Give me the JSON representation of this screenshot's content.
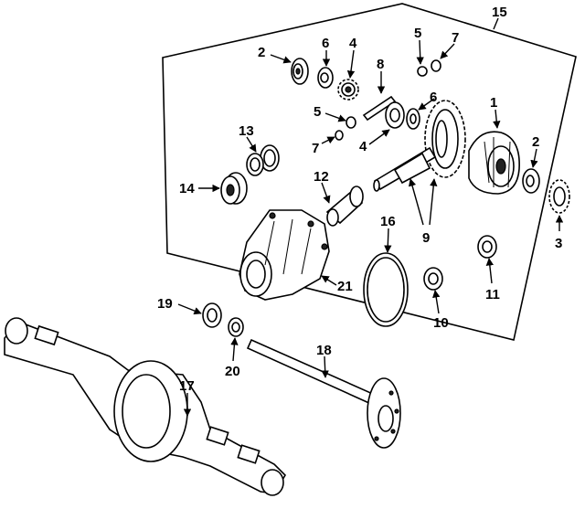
{
  "diagram": {
    "callouts": [
      "1",
      "2",
      "2",
      "3",
      "4",
      "4",
      "5",
      "5",
      "6",
      "6",
      "7",
      "7",
      "8",
      "9",
      "10",
      "11",
      "12",
      "13",
      "14",
      "15",
      "16",
      "17",
      "18",
      "19",
      "20",
      "21"
    ]
  }
}
